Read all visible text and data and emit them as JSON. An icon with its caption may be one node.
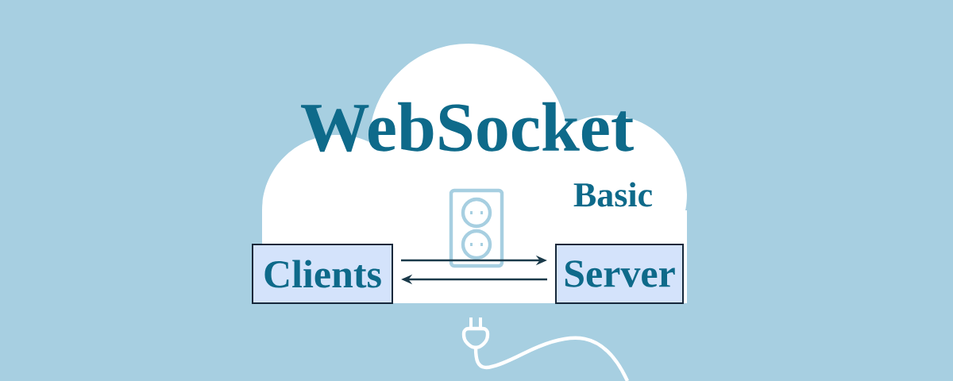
{
  "diagram": {
    "title": "WebSocket",
    "nodes": [
      {
        "text": [
          "Clients"
        ]
      },
      {
        "text": [
          "Server"
        ]
      }
    ],
    "edges": [
      {
        "from": 0,
        "to": 1,
        "arrow": "to"
      },
      {
        "from": 1,
        "to": 0,
        "arrow": "to"
      }
    ],
    "labels": [
      "Basic"
    ]
  }
}
